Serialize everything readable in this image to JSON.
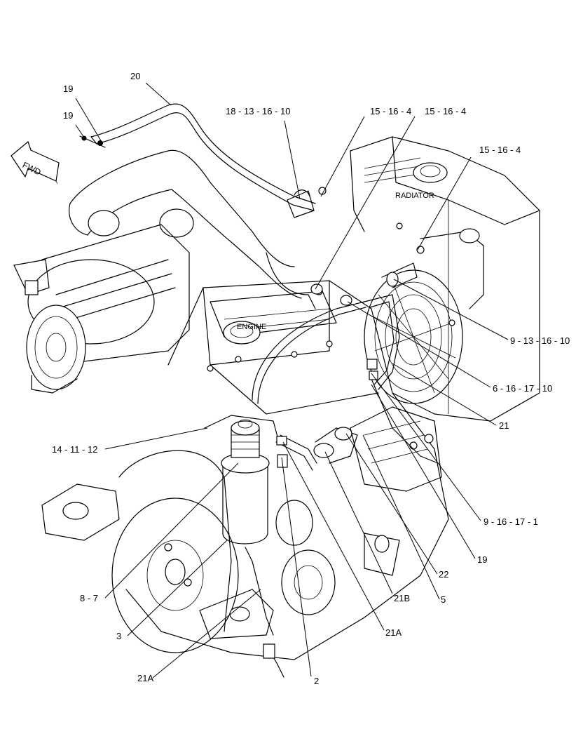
{
  "diagram": {
    "compass": {
      "label": "FWD",
      "icon": "forward-arrow-icon"
    },
    "component_labels": {
      "engine": "ENGINE",
      "radiator": "RADIATOR"
    },
    "callouts": [
      {
        "id": "c20",
        "text": "20"
      },
      {
        "id": "c19a",
        "text": "19"
      },
      {
        "id": "c19b",
        "text": "19"
      },
      {
        "id": "c18",
        "text": "18 - 13 - 16 - 10"
      },
      {
        "id": "c15a",
        "text": "15 - 16 - 4"
      },
      {
        "id": "c15b",
        "text": "15 - 16 - 4"
      },
      {
        "id": "c15c",
        "text": "15 - 16 - 4"
      },
      {
        "id": "c9a",
        "text": "9 - 13 - 16 - 10"
      },
      {
        "id": "c6",
        "text": "6 - 16 - 17 - 10"
      },
      {
        "id": "c21",
        "text": "21"
      },
      {
        "id": "c14",
        "text": "14 - 11 - 12"
      },
      {
        "id": "c9b",
        "text": "9 - 16 - 17 - 1"
      },
      {
        "id": "c19c",
        "text": "19"
      },
      {
        "id": "c22",
        "text": "22"
      },
      {
        "id": "c8",
        "text": "8 - 7"
      },
      {
        "id": "c21b",
        "text": "21B"
      },
      {
        "id": "c5",
        "text": "5"
      },
      {
        "id": "c3",
        "text": "3"
      },
      {
        "id": "c21a1",
        "text": "21A"
      },
      {
        "id": "c21a2",
        "text": "21A"
      },
      {
        "id": "c2",
        "text": "2"
      }
    ]
  }
}
